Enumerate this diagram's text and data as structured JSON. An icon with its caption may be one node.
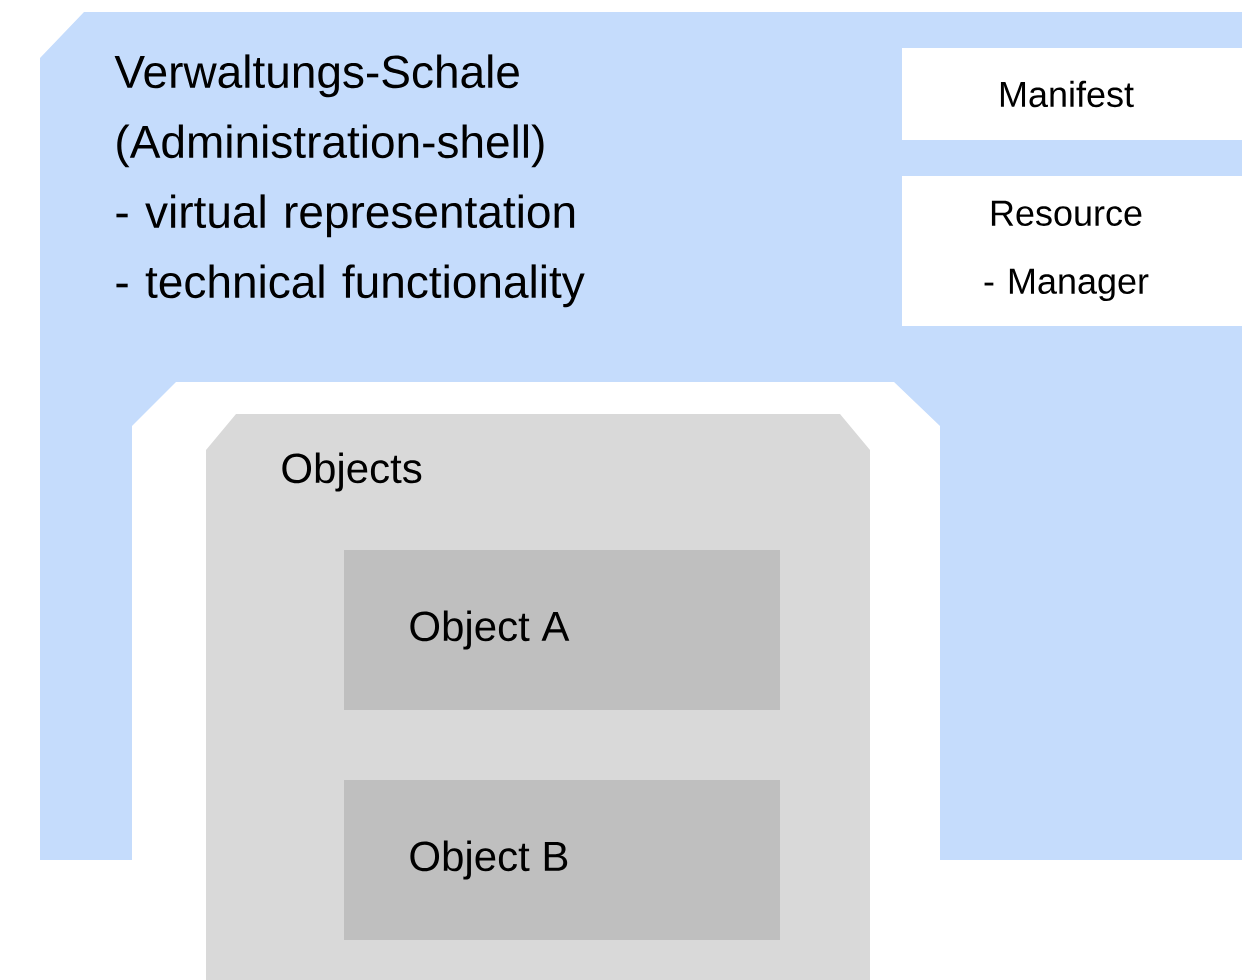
{
  "diagram": {
    "nodes": [
      {
        "text": [
          "Verwaltungs-Schale (Administration-shell)",
          "- virtual representation",
          "- technical functionality"
        ]
      },
      {
        "text": [
          "Manifest"
        ],
        "in": 0
      },
      {
        "text": [
          "Resource - Manager"
        ],
        "in": 0
      },
      {
        "text": [
          "Objects"
        ]
      },
      {
        "text": [
          "Object A"
        ],
        "in": 3
      },
      {
        "text": [
          "Object B"
        ],
        "in": 3
      }
    ]
  }
}
